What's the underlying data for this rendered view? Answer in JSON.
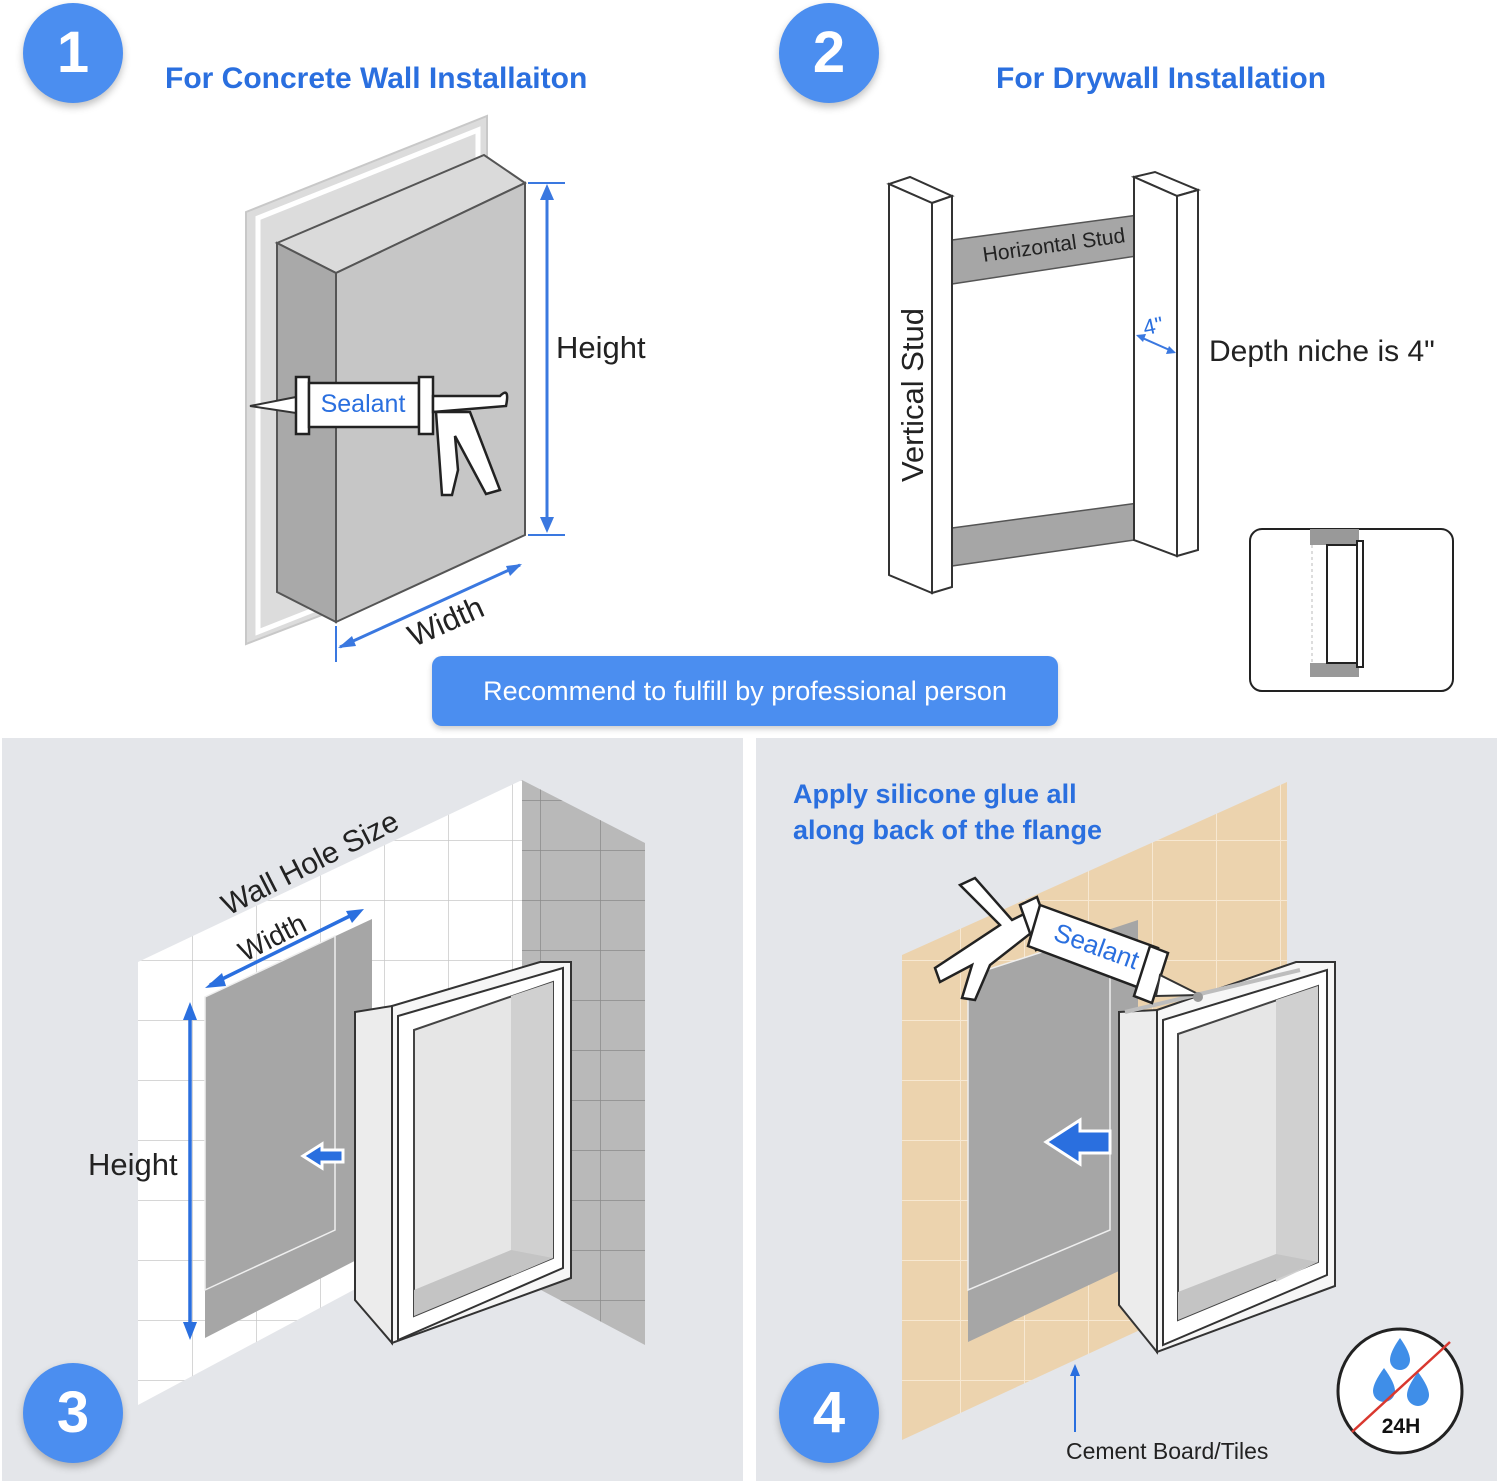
{
  "steps": [
    {
      "number": "1",
      "heading": "For Concrete Wall Installaiton"
    },
    {
      "number": "2",
      "heading": "For Drywall Installation"
    },
    {
      "number": "3",
      "heading": ""
    },
    {
      "number": "4",
      "heading": ""
    }
  ],
  "banner": "Recommend to fulfill by professional person",
  "step1": {
    "height_label": "Height",
    "width_label": "Width",
    "sealant_label": "Sealant"
  },
  "step2": {
    "vertical_stud_label": "Vertical Stud",
    "horizontal_stud_label": "Horizontal Stud",
    "dimension_label": "4\"",
    "depth_note": "Depth niche is 4\""
  },
  "step3": {
    "wall_hole_label": "Wall Hole Size",
    "width_label": "Width",
    "height_label": "Height"
  },
  "step4": {
    "instruction_line1": "Apply silicone glue all",
    "instruction_line2": "along back of the flange",
    "sealant_label": "Sealant",
    "cement_label": "Cement Board/Tiles",
    "cure_time": "24H"
  },
  "colors": {
    "accent": "#4b8ef0",
    "heading": "#2a6fdf",
    "panel": "#e4e6ea",
    "cement_tile": "#ecd3ae"
  }
}
